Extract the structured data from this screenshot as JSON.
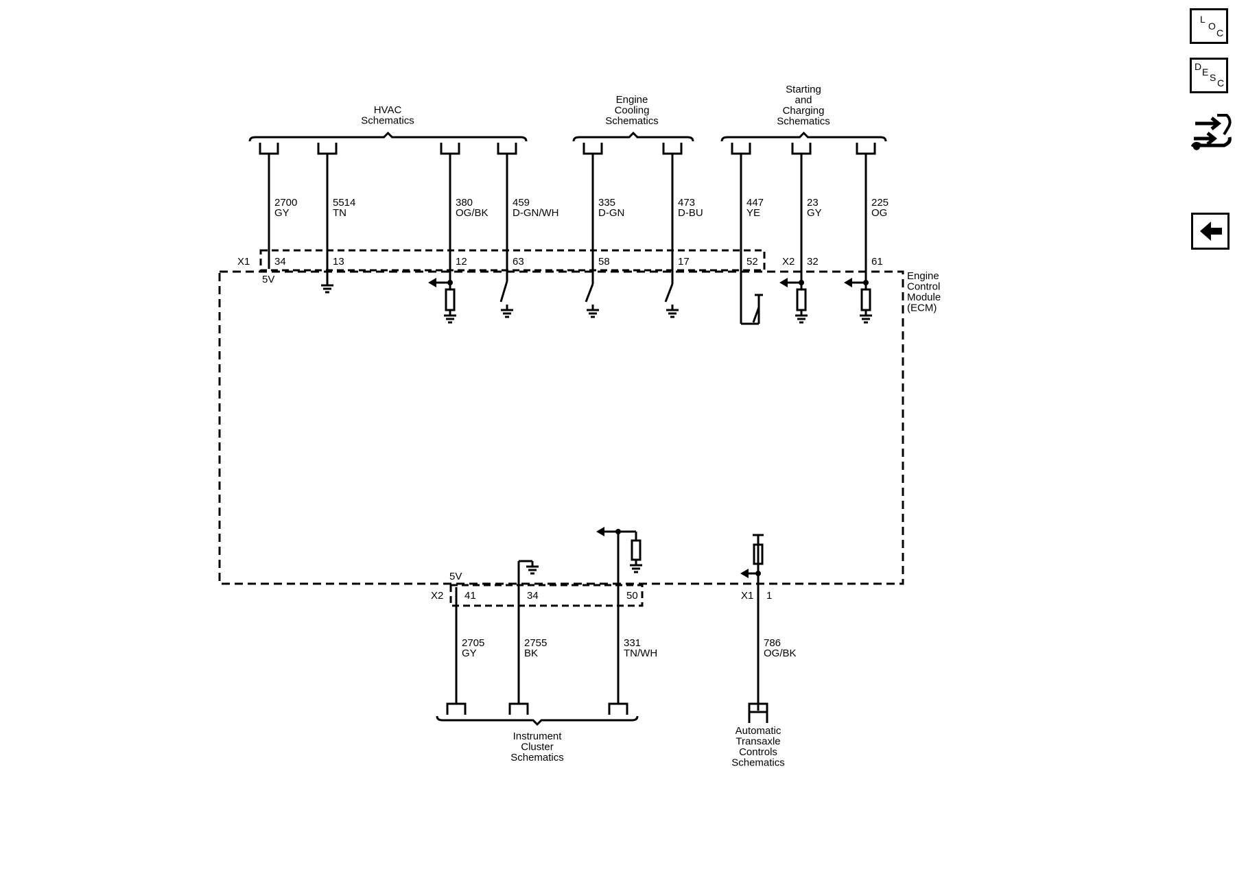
{
  "groups_top": {
    "hvac": [
      "HVAC",
      "Schematics"
    ],
    "cooling": [
      "Engine",
      "Cooling",
      "Schematics"
    ],
    "starting": [
      "Starting",
      "and",
      "Charging",
      "Schematics"
    ]
  },
  "groups_bottom": {
    "cluster": [
      "Instrument",
      "Cluster",
      "Schematics"
    ],
    "transaxle": [
      "Automatic",
      "Transaxle",
      "Controls",
      "Schematics"
    ]
  },
  "module": [
    "Engine",
    "Control",
    "Module",
    "(ECM)"
  ],
  "connectors": {
    "top_x1": "X1",
    "top_x2": "X2",
    "bottom_x2": "X2",
    "bottom_x1": "X1"
  },
  "voltage": {
    "top": "5V",
    "bottom": "5V"
  },
  "wires_top": [
    {
      "circuit": "2700",
      "color": "GY",
      "pin": "34"
    },
    {
      "circuit": "5514",
      "color": "TN",
      "pin": "13"
    },
    {
      "circuit": "380",
      "color": "OG/BK",
      "pin": "12"
    },
    {
      "circuit": "459",
      "color": "D-GN/WH",
      "pin": "63"
    },
    {
      "circuit": "335",
      "color": "D-GN",
      "pin": "58"
    },
    {
      "circuit": "473",
      "color": "D-BU",
      "pin": "17"
    },
    {
      "circuit": "447",
      "color": "YE",
      "pin": "52"
    },
    {
      "circuit": "23",
      "color": "GY",
      "pin": "32"
    },
    {
      "circuit": "225",
      "color": "OG",
      "pin": "61"
    }
  ],
  "wires_bottom": [
    {
      "circuit": "2705",
      "color": "GY",
      "pin": "41"
    },
    {
      "circuit": "2755",
      "color": "BK",
      "pin": "34"
    },
    {
      "circuit": "331",
      "color": "TN/WH",
      "pin": "50"
    },
    {
      "circuit": "786",
      "color": "OG/BK",
      "pin": "1"
    }
  ],
  "nav": {
    "loc": [
      "L",
      "O",
      "C"
    ],
    "desc": [
      "D",
      "E",
      "S",
      "C"
    ]
  }
}
